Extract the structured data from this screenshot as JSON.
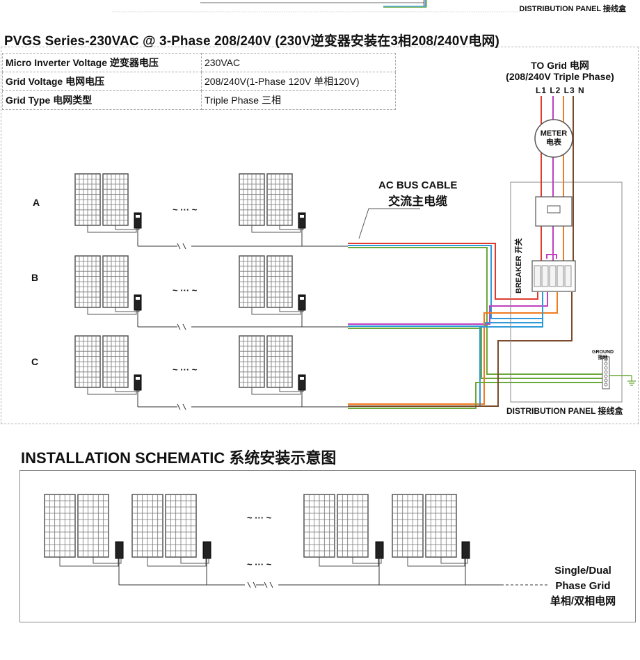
{
  "top_panel": {
    "label": "DISTRIBUTION PANEL 接线盒"
  },
  "section": {
    "title": "PVGS Series-230VAC @ 3-Phase 208/240V (230V逆变器安装在3相208/240V电网)",
    "specs": [
      {
        "key": "Micro Inverter Voltage 逆变器电压",
        "value": "230VAC"
      },
      {
        "key": "Grid  Voltage 电网电压",
        "value": "208/240V(1-Phase 120V 单相120V)"
      },
      {
        "key": "Grid Type 电网类型",
        "value": "Triple Phase 三相"
      }
    ]
  },
  "rows": [
    "A",
    "B",
    "C"
  ],
  "ellipsis": "~ ··· ~",
  "bus": {
    "en": "AC BUS CABLE",
    "zh": "交流主电缆"
  },
  "grid": {
    "title_line1": "TO Grid 电网",
    "title_line2": "(208/240V Triple Phase)",
    "lines": "L1 L2 L3 N"
  },
  "meter": {
    "en": "METER",
    "zh": "电表"
  },
  "breaker": {
    "label": "BREAKER 开关"
  },
  "ground": {
    "en": "GROUND",
    "zh": "接地"
  },
  "distribution": {
    "label": "DISTRIBUTION PANEL 接线盒"
  },
  "install": {
    "title": "INSTALLATION SCHEMATIC 系统安装示意图",
    "grid_line1": "Single/Dual",
    "grid_line2": "Phase Grid",
    "grid_line3": "单相/双相电网"
  },
  "colors": {
    "l1": "#e03a2f",
    "l2": "#c040c0",
    "l3": "#f07a1e",
    "n": "#7a4a2a",
    "blue": "#2e9ad8",
    "green": "#6aa83a",
    "panel": "#555555"
  }
}
